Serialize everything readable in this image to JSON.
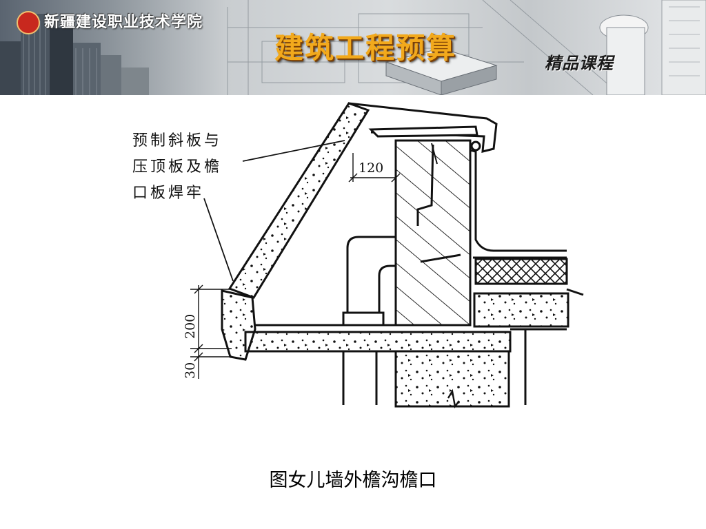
{
  "header": {
    "school_name": "新疆建设职业技术学院",
    "course_title": "建筑工程预算",
    "quality_tag": "精品课程",
    "logo_icon": "school-emblem-icon"
  },
  "diagram": {
    "callout_lines": [
      "预制斜板与",
      "压顶板及檐",
      "口板焊牢"
    ],
    "dimensions": {
      "width_120": "120",
      "height_200": "200",
      "height_30": "30"
    }
  },
  "caption": "图女儿墙外檐沟檐口",
  "colors": {
    "title_orange": "#f2a91c",
    "line": "#111111"
  }
}
